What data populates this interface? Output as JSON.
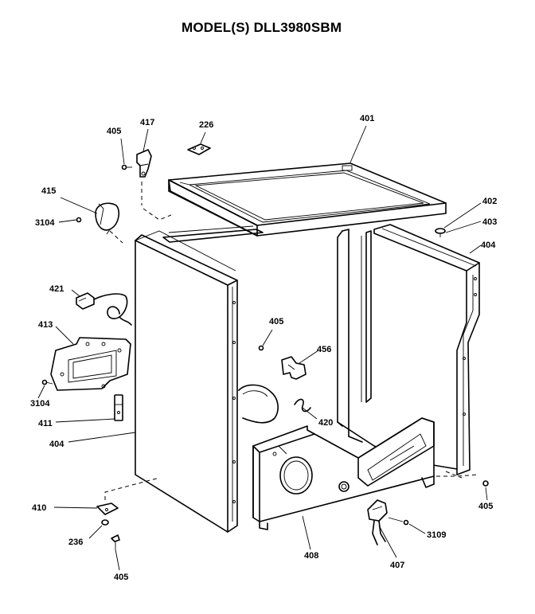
{
  "title": "MODEL(S) DLL3980SBM",
  "callouts": [
    {
      "id": "c405a",
      "text": "405"
    },
    {
      "id": "c417",
      "text": "417"
    },
    {
      "id": "c226",
      "text": "226"
    },
    {
      "id": "c401",
      "text": "401"
    },
    {
      "id": "c415",
      "text": "415"
    },
    {
      "id": "c3104a",
      "text": "3104"
    },
    {
      "id": "c402",
      "text": "402"
    },
    {
      "id": "c403",
      "text": "403"
    },
    {
      "id": "c404a",
      "text": "404"
    },
    {
      "id": "c421",
      "text": "421"
    },
    {
      "id": "c413",
      "text": "413"
    },
    {
      "id": "c405b",
      "text": "405"
    },
    {
      "id": "c456",
      "text": "456"
    },
    {
      "id": "c3104b",
      "text": "3104"
    },
    {
      "id": "c411",
      "text": "411"
    },
    {
      "id": "c420",
      "text": "420"
    },
    {
      "id": "c404b",
      "text": "404"
    },
    {
      "id": "c410",
      "text": "410"
    },
    {
      "id": "c405c",
      "text": "405"
    },
    {
      "id": "c236",
      "text": "236"
    },
    {
      "id": "c3109",
      "text": "3109"
    },
    {
      "id": "c408",
      "text": "408"
    },
    {
      "id": "c407",
      "text": "407"
    },
    {
      "id": "c405d",
      "text": "405"
    }
  ]
}
